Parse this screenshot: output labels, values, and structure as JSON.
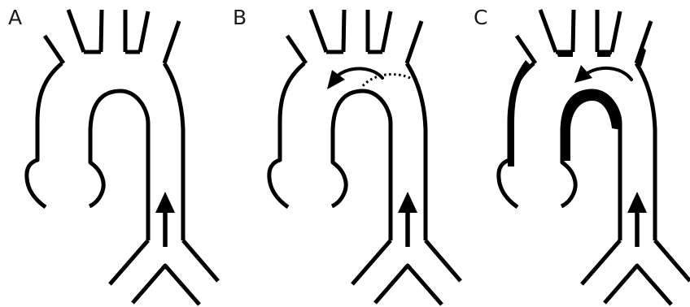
{
  "panels": [
    {
      "id": "A",
      "label": "A",
      "variant": "normal",
      "flow": "antegrade"
    },
    {
      "id": "B",
      "label": "B",
      "variant": "dissection-flap",
      "flow": "retrograde"
    },
    {
      "id": "C",
      "label": "C",
      "variant": "thickened-wall",
      "flow": "retrograde"
    }
  ],
  "colors": {
    "line": "#000000",
    "background": "#ffffff",
    "label": "#1a1a1a"
  }
}
